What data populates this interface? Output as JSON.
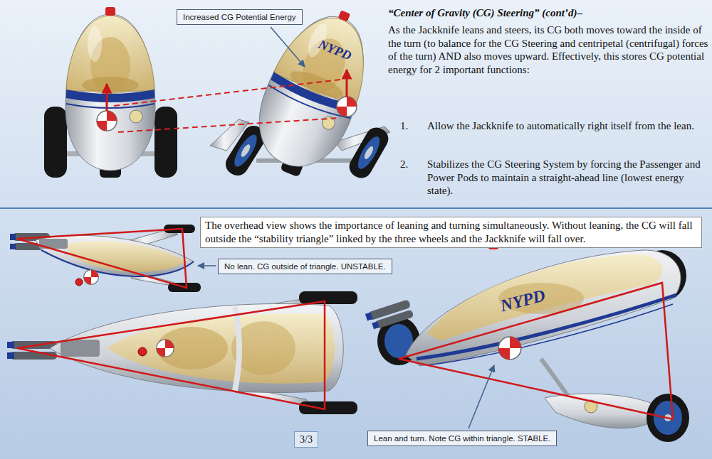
{
  "diagram": {
    "title": "“Center of Gravity (CG) Steering” (cont’d)–",
    "nodes": [
      {
        "text": [
          "Increased CG Potential Energy"
        ]
      },
      {
        "text": [
          "The overhead view shows the importance of leaning and turning simultaneously. Without leaning, the CG will fall outside the “stability triangle” linked by the three wheels and the Jackknife will fall over."
        ]
      },
      {
        "text": [
          "No lean. CG outside of triangle. UNSTABLE."
        ]
      },
      {
        "text": [
          "3/3"
        ]
      },
      {
        "text": [
          "Lean and turn. Note CG within triangle. STABLE."
        ]
      }
    ],
    "labels": [
      "As the Jackknife leans and steers, its CG both moves toward the inside of the turn (to balance for the CG Steering and centripetal (centrifugal) forces of the turn) AND also moves upward. Effectively, this stores CG potential energy for 2 important functions:",
      "1.",
      "Allow the Jackknife to automatically right itself from the lean.",
      "2.",
      "Stabilizes the CG Steering System by forcing the Passenger and Power Pods to maintain a straight-ahead line (lowest energy state).",
      "NYPD",
      "NYPD"
    ]
  }
}
